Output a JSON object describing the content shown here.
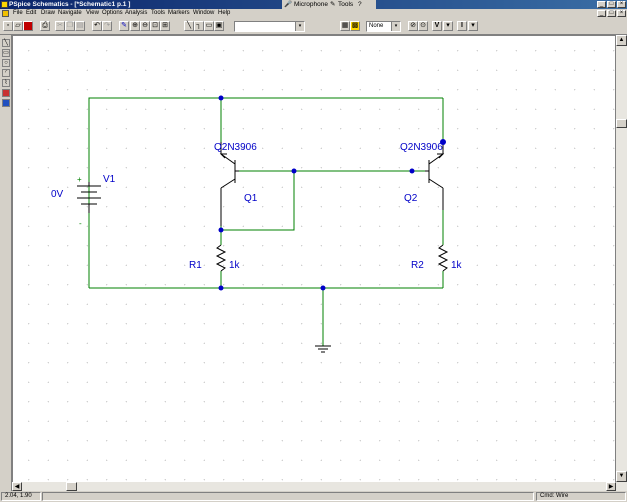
{
  "window": {
    "title": "PSpice Schematics - [*Schematic1  p.1  ]",
    "microphone_label": "Microphone",
    "tools_label": "Tools",
    "min_glyph": "_",
    "max_glyph": "□",
    "close_glyph": "×"
  },
  "menu": {
    "items": [
      "File",
      "Edit",
      "Draw",
      "Navigate",
      "View",
      "Options",
      "Analysis",
      "Tools",
      "Markers",
      "Window",
      "Help"
    ]
  },
  "toolbar": {
    "part_combo_value": "",
    "part_combo_arrow": "▾",
    "grid_combo_value": "None",
    "grid_combo_arrow": "▾",
    "v_marker": "V",
    "i_marker": "I"
  },
  "schematic": {
    "wire_color": "#008000",
    "part_color": "#000000",
    "junction_color": "#0000c8",
    "labels": {
      "source_name": "V1",
      "source_value": "0V",
      "plus_sign": "+",
      "minus_sign": "-",
      "q1_model": "Q2N3906",
      "q1_name": "Q1",
      "q2_model": "Q2N3906",
      "q2_name": "Q2",
      "r1_name": "R1",
      "r1_value": "1k",
      "r2_name": "R2",
      "r2_value": "1k"
    }
  },
  "statusbar": {
    "coords": "2.04,  1.90",
    "cmd": "Cmd: Wire"
  }
}
